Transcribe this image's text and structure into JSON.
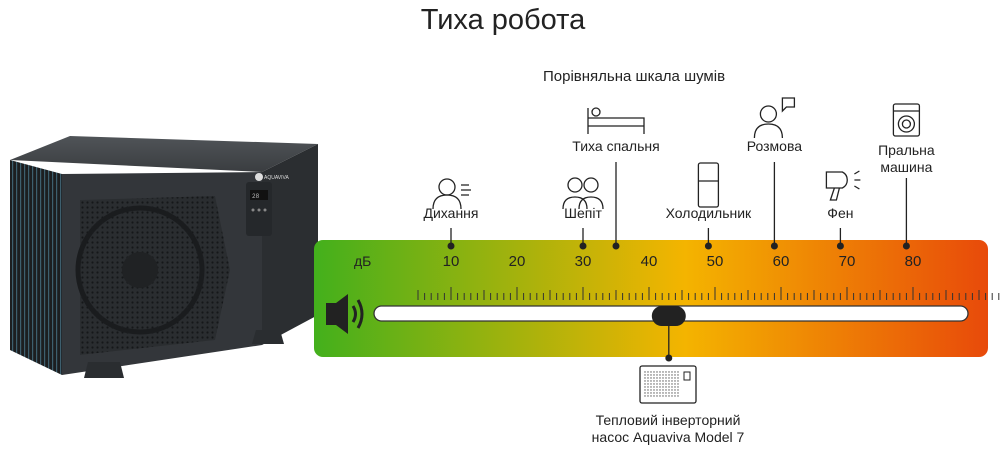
{
  "title": "Тиха робота",
  "scale_title": "Порівняльна шкала шумів",
  "unit_label": "дБ",
  "scale": {
    "min": 5,
    "max": 93,
    "major_ticks": [
      10,
      20,
      30,
      40,
      50,
      60,
      70,
      80
    ]
  },
  "gradient_colors": [
    "#43b01c",
    "#f4b400",
    "#e84a0a"
  ],
  "references": [
    {
      "label": "Дихання",
      "db": 10,
      "icon": "breathing-person-icon"
    },
    {
      "label": "Шепіт",
      "db": 30,
      "icon": "whispering-people-icon"
    },
    {
      "label": "Тиха спальня",
      "db": 35,
      "icon": "bed-icon"
    },
    {
      "label": "Холодильник",
      "db": 49,
      "icon": "fridge-icon"
    },
    {
      "label": "Розмова",
      "db": 59,
      "icon": "talking-person-icon"
    },
    {
      "label": "Фен",
      "db": 69,
      "icon": "hair-dryer-icon"
    },
    {
      "label": "Пральна машина",
      "db": 79,
      "icon": "washing-machine-icon"
    }
  ],
  "pump": {
    "caption_line1": "Тепловий інверторний",
    "caption_line2": "насос Aquaviva Model 7",
    "db": 43,
    "icon": "heat-pump-icon"
  },
  "product_brand": "AQUAVIVA"
}
